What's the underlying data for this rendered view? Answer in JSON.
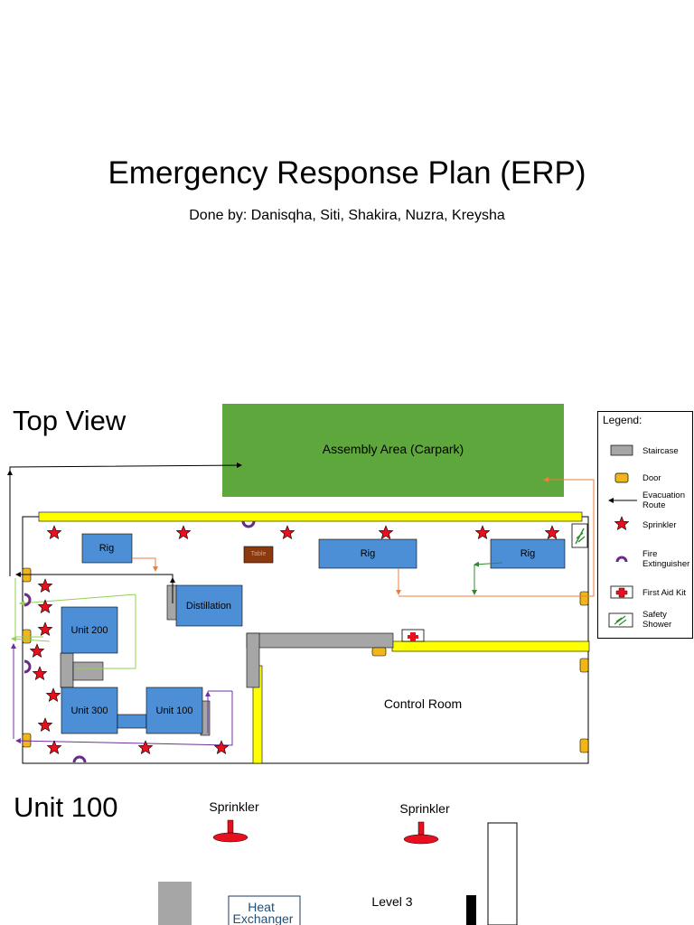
{
  "header": {
    "title": "Emergency Response Plan (ERP)",
    "subtitle": "Done by: Danisqha, Siti, Shakira, Nuzra, Kreysha"
  },
  "top_view": {
    "label": "Top View",
    "assembly_area": "Assembly Area (Carpark)",
    "rig_label": "Rig",
    "table_label": "Table",
    "distillation_label": "Distillation",
    "unit200_label": "Unit 200",
    "unit300_label": "Unit 300",
    "unit100_label": "Unit 100",
    "control_room_label": "Control Room"
  },
  "legend": {
    "title": "Legend:",
    "items": [
      {
        "label": "Staircase",
        "icon": "staircase-icon"
      },
      {
        "label": "Door",
        "icon": "door-icon"
      },
      {
        "label": "Evacuation Route",
        "icon": "arrow-left-icon"
      },
      {
        "label": "Sprinkler",
        "icon": "star-icon"
      },
      {
        "label": "Fire Extinguisher",
        "icon": "fire-extinguisher-icon"
      },
      {
        "label": "First Aid Kit",
        "icon": "first-aid-icon"
      },
      {
        "label": "Safety Shower",
        "icon": "safety-shower-icon"
      }
    ]
  },
  "unit100_view": {
    "label": "Unit 100",
    "sprinkler_label": "Sprinkler",
    "level_label": "Level 3",
    "heat_exchanger_label": "Heat Exchanger"
  },
  "colors": {
    "assembly_green": "#5ea73d",
    "equipment_blue": "#4d8fd6",
    "wall_yellow": "#ffff00",
    "door_orange": "#f2b618",
    "sprinkler_red": "#e8101e",
    "extinguisher_purple": "#6a2a8c",
    "staircase_gray": "#a6a6a6",
    "table_brown": "#8b3a0f",
    "route_orange": "#ee7e3a",
    "route_green_light": "#92d050",
    "route_green_dark": "#2e8b2e",
    "route_purple": "#7030a0"
  }
}
